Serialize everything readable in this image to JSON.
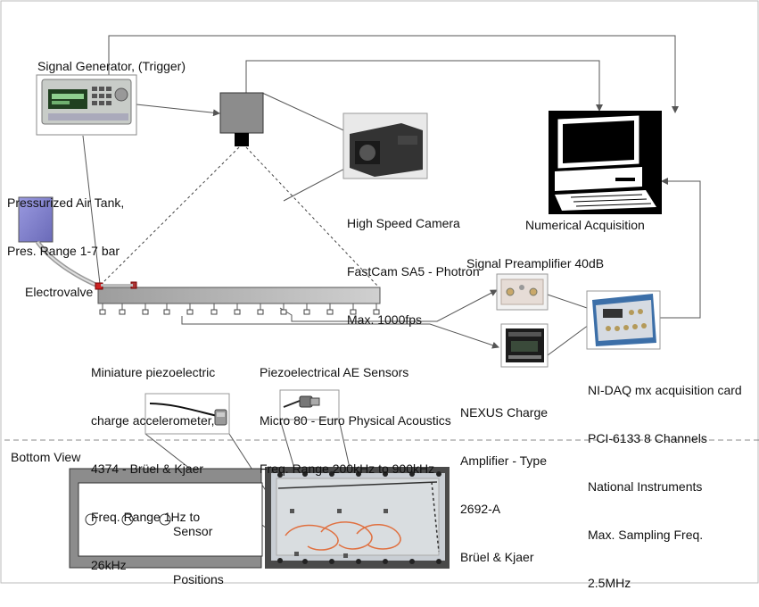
{
  "labels": {
    "signal_generator": "Signal Generator, (Trigger)",
    "air_tank": [
      "Pressurized Air Tank,",
      "Pres. Range 1-7 bar"
    ],
    "electrovalve": "Electrovalve",
    "camera": [
      "High Speed Camera",
      "FastCam SA5 - Photron",
      "Max. 1000fps"
    ],
    "numerical_acquisition": "Numerical Acquisition",
    "preamplifier": "Signal Preamplifier 40dB",
    "accelerometer": [
      "Miniature piezoelectric",
      "charge accelerometer,",
      "4374 - Brüel & Kjaer",
      "Freq. Range 1Hz to",
      "26kHz"
    ],
    "ae_sensors": [
      "Piezoelectrical AE Sensors",
      "Micro 80 - Euro Physical Acoustics",
      "Freq. Range 200kHz to 900kHz"
    ],
    "nexus": [
      "NEXUS Charge",
      "Amplifier - Type",
      "2692-A",
      "Brüel & Kjaer"
    ],
    "nidaq": [
      "NI-DAQ mx acquisition card",
      "PCI-6133 8 Channels",
      "National Instruments",
      "Max. Sampling Freq.",
      "2.5MHz"
    ],
    "bottom_view": "Bottom View",
    "sensor_positions": [
      "Sensor",
      "Positions"
    ]
  },
  "colors": {
    "line": "#555555",
    "plate": "#b0b0b0",
    "air_tank": "#8a8ad0",
    "valve": "#cc2222",
    "camera_box": "#8c8c8c",
    "separator": "#888888"
  },
  "icons": [
    "signal-generator-icon",
    "high-speed-camera-icon",
    "computer-icon",
    "preamplifier-icon",
    "nexus-amplifier-icon",
    "daq-card-icon",
    "accelerometer-icon",
    "ae-sensor-icon",
    "plate-photo-icon"
  ]
}
